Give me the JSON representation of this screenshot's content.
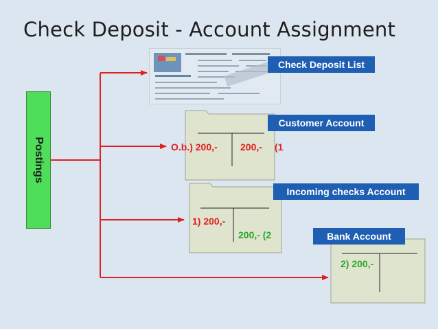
{
  "title": "Check Deposit - Account Assignment",
  "postings_label": "Postings",
  "labels": {
    "check_deposit_list": "Check Deposit List",
    "customer_account": "Customer Account",
    "incoming_checks_account": "Incoming checks Account",
    "bank_account": "Bank Account"
  },
  "customer_account": {
    "debit": "O.b.) 200,-",
    "credit": "200,-",
    "credit_ref": "(1"
  },
  "incoming_checks_account": {
    "debit": "1) 200,-",
    "credit": "200,- (2"
  },
  "bank_account": {
    "debit": "2) 200,-"
  },
  "colors": {
    "arrows": "#e02020",
    "labels": "#1f5fb3",
    "postings": "#4fde5a",
    "green_values": "#2aa82a"
  }
}
